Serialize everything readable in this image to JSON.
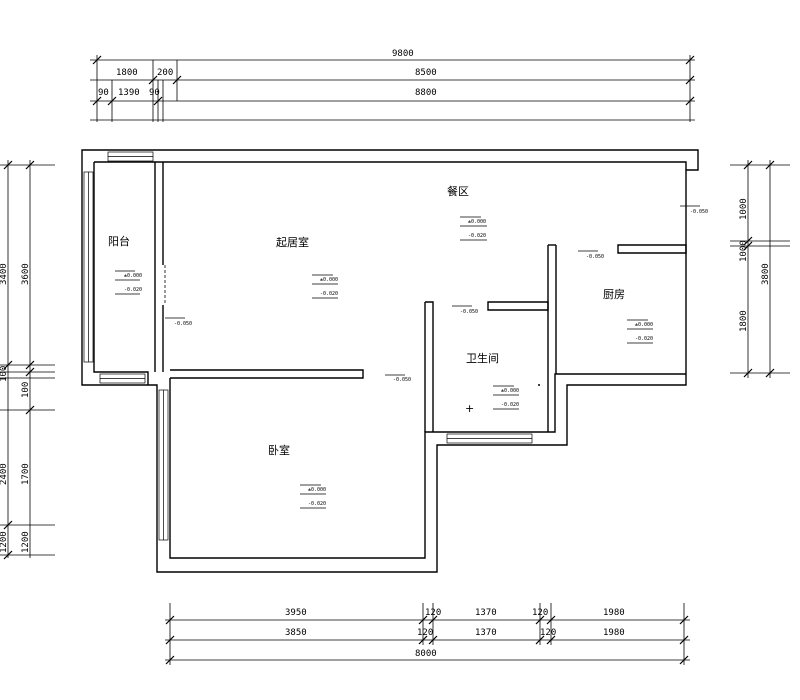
{
  "rooms": {
    "balcony": "阳台",
    "living_room": "起居室",
    "dining": "餐区",
    "kitchen": "厨房",
    "bathroom": "卫生间",
    "bedroom": "卧室"
  },
  "level_marks": {
    "a": "±0.000",
    "b": "-0.020",
    "c": "-0.050"
  },
  "dimensions": {
    "top": {
      "total": "9800",
      "row1": [
        "1800",
        "200",
        "8500"
      ],
      "row2": [
        "90",
        "1390",
        "90",
        "8800"
      ]
    },
    "bottom": {
      "row1": [
        "3950",
        "120",
        "1370",
        "120",
        "1980"
      ],
      "row2": [
        "3850",
        "120",
        "1370",
        "120",
        "1980"
      ],
      "total": "8000"
    },
    "left": {
      "row1": [
        "3400",
        "100",
        "2400",
        "1200"
      ],
      "row2": [
        "3600",
        "100",
        "1700",
        "1200"
      ]
    },
    "right": {
      "row1": [
        "1000",
        "1000",
        "1800"
      ],
      "row2": [
        "3800"
      ]
    }
  }
}
